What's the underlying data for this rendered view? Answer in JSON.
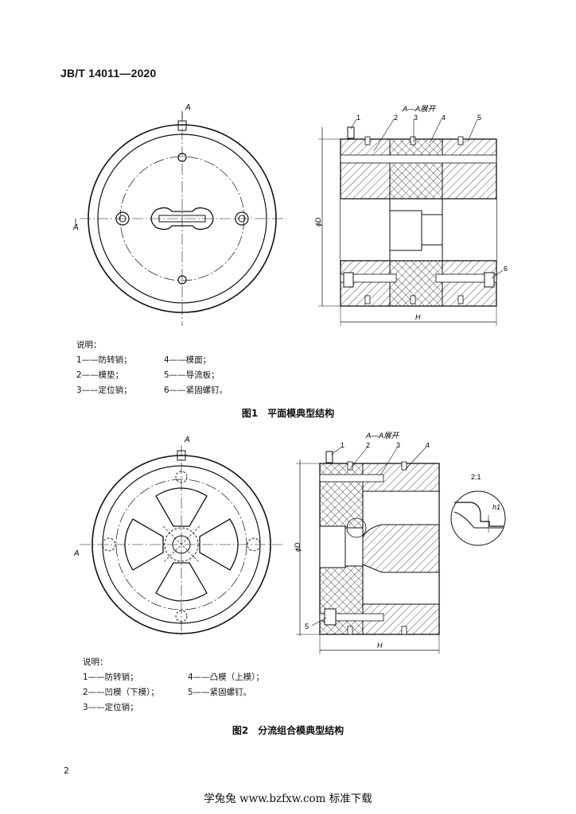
{
  "header": {
    "standard_id": "JB/T 14011—2020"
  },
  "fig1": {
    "section_label": "A—A展开",
    "arrow_top": "A",
    "arrow_left": "A",
    "dim_d": "ϕD",
    "dim_h": "H",
    "callouts": [
      "1",
      "2",
      "3",
      "4",
      "5",
      "6"
    ],
    "legend_title": "说明：",
    "legend": [
      [
        "1——防转销；",
        "4——模面；"
      ],
      [
        "2——模垫；",
        "5——导流板；"
      ],
      [
        "3——定位销；",
        "6——紧固螺钉。"
      ]
    ],
    "caption": "图1　平面模典型结构"
  },
  "fig2": {
    "section_label": "A—A展开",
    "arrow_top": "A",
    "arrow_left": "A",
    "dim_d": "ϕD",
    "dim_h": "H",
    "callouts": [
      "1",
      "2",
      "3",
      "4",
      "5"
    ],
    "detail_scale": "2:1",
    "detail_dim": "h1",
    "legend_title": "说明：",
    "legend": [
      [
        "1——防转销；",
        "4——凸模（上模）；"
      ],
      [
        "2——凹模（下模）；",
        "5——紧固螺钉。"
      ],
      [
        "3——定位销；",
        ""
      ]
    ],
    "caption": "图2　分流组合模典型结构"
  },
  "page_number": "2",
  "footer": "学兔兔 www.bzfxw.com 标准下载"
}
